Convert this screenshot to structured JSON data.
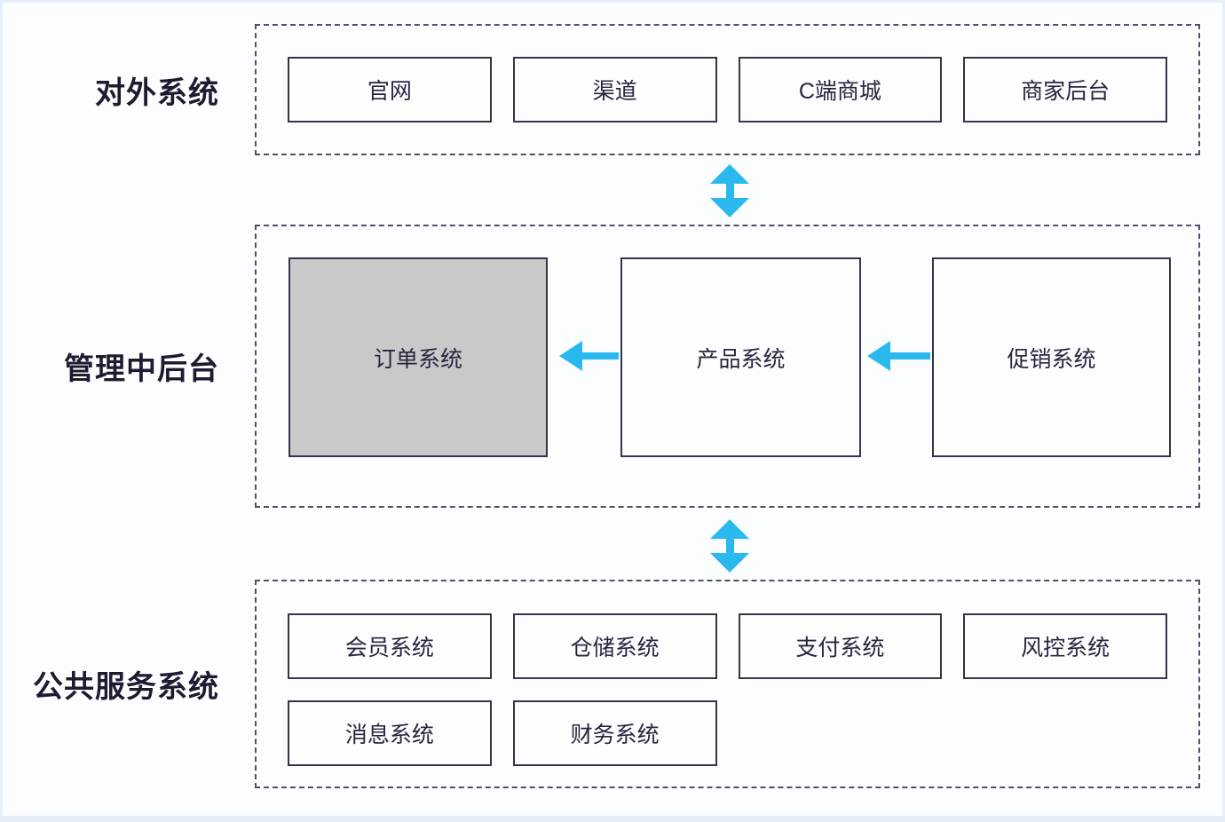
{
  "diagram": {
    "sections": [
      {
        "label": "对外系统",
        "boxes": [
          {
            "label": "官网"
          },
          {
            "label": "渠道"
          },
          {
            "label": "C端商城"
          },
          {
            "label": "商家后台"
          }
        ]
      },
      {
        "label": "管理中后台",
        "boxes": [
          {
            "label": "订单系统",
            "highlighted": true
          },
          {
            "label": "产品系统"
          },
          {
            "label": "促销系统"
          }
        ]
      },
      {
        "label": "公共服务系统",
        "boxes": [
          {
            "label": "会员系统"
          },
          {
            "label": "仓储系统"
          },
          {
            "label": "支付系统"
          },
          {
            "label": "风控系统"
          },
          {
            "label": "消息系统"
          },
          {
            "label": "财务系统"
          }
        ]
      }
    ],
    "connections": [
      {
        "from": "对外系统",
        "to": "管理中后台",
        "type": "bidirectional"
      },
      {
        "from": "管理中后台",
        "to": "公共服务系统",
        "type": "bidirectional"
      },
      {
        "from": "产品系统",
        "to": "订单系统",
        "type": "one-way"
      },
      {
        "from": "促销系统",
        "to": "产品系统",
        "type": "one-way"
      }
    ],
    "colors": {
      "arrow": "#29b9ef",
      "box_border": "#35354a",
      "dashed_border": "#50506a",
      "highlight_fill": "#c9c9c9",
      "text": "#26263e"
    }
  }
}
